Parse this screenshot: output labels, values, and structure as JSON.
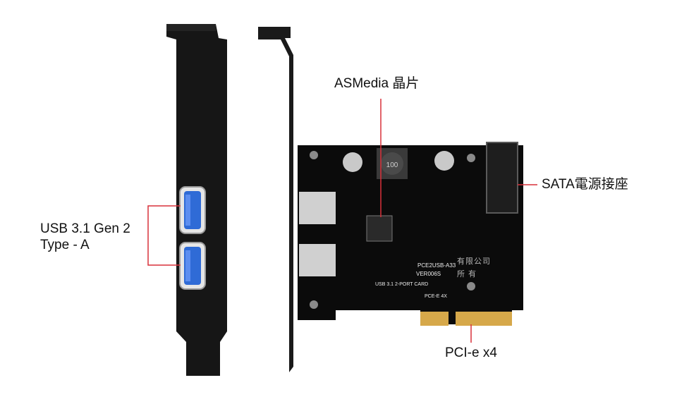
{
  "labels": {
    "usb": [
      "USB 3.1 Gen 2",
      "Type - A"
    ],
    "chip": "ASMedia 晶片",
    "sata": "SATA電源接座",
    "pcie": "PCI-e x4"
  },
  "pcb_text": {
    "model": "PCE2USB-A33",
    "version": "VER006S",
    "card": "USB 3.1 2-PORT CARD",
    "slot": "PCE-E 4X",
    "inductor": "100"
  },
  "watermark": [
    "有限公司",
    "所   有"
  ],
  "colors": {
    "callout_line": "#d9313a",
    "bracket": "#141414",
    "pcb": "#0b0b0b",
    "usb_port": "#2f6bd6",
    "gold": "#d6a84a"
  }
}
